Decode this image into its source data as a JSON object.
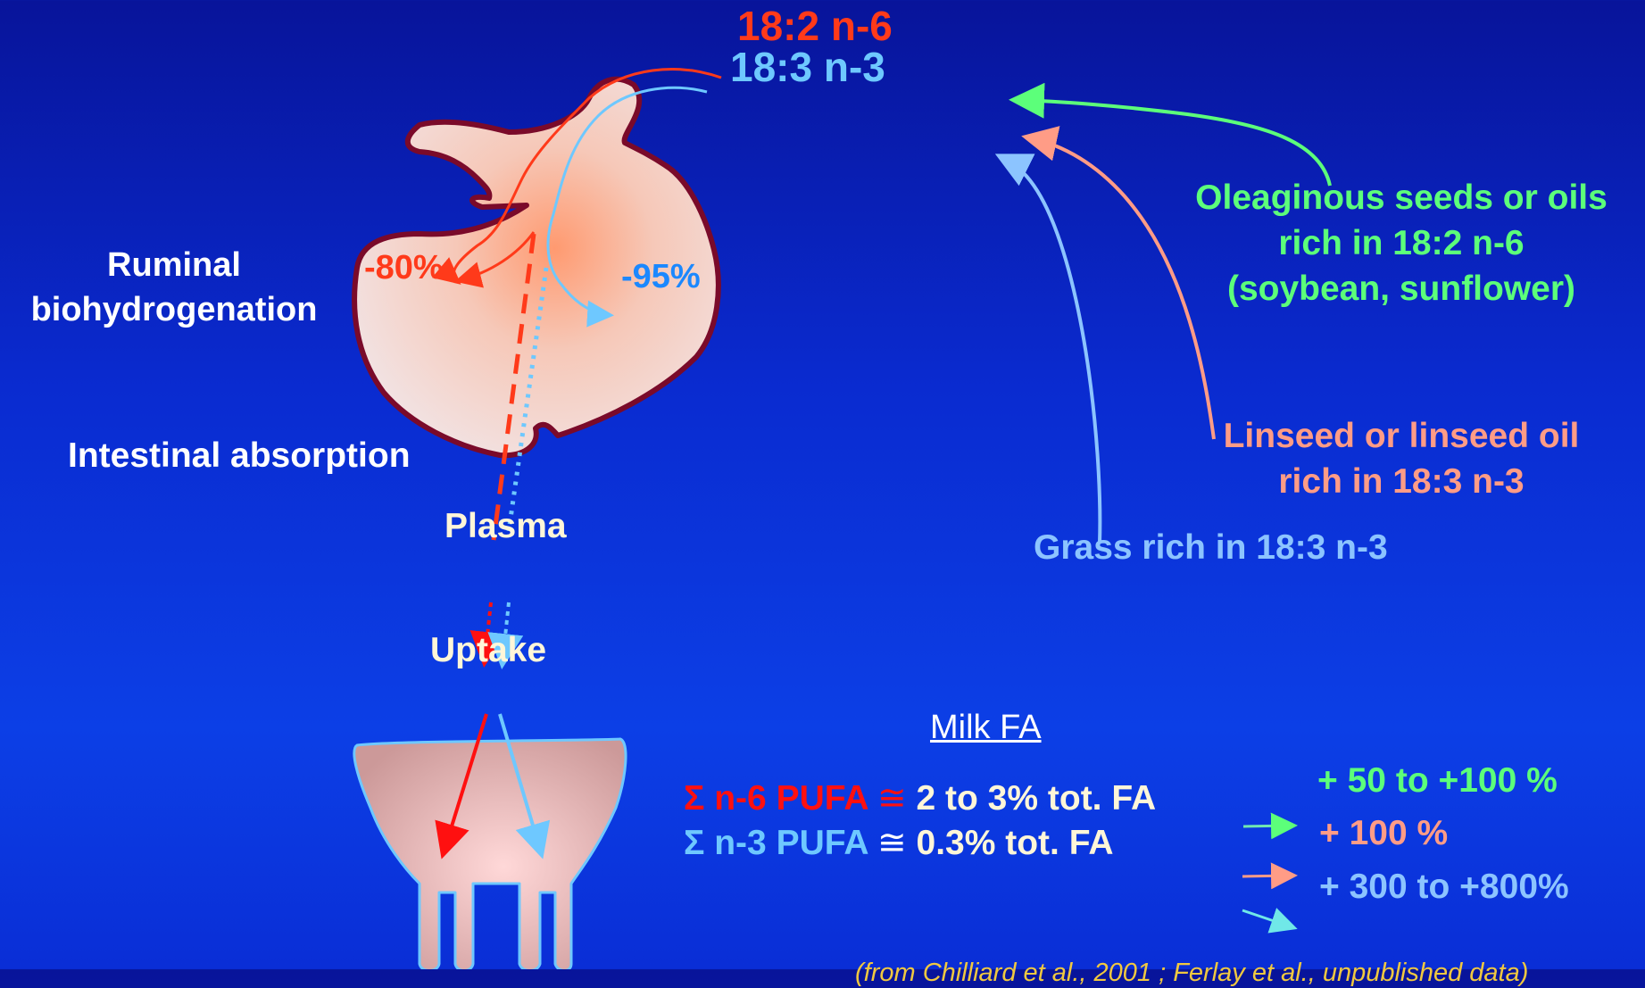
{
  "colors": {
    "n6": "#ff3a1a",
    "n3": "#6ec8ff",
    "oleaginous": "#5cff7a",
    "linseed": "#ff9c86",
    "grass": "#8cc4ff",
    "citation": "#f0c840",
    "text_light": "#fff6d8",
    "rumen_outline": "#7a0a2a"
  },
  "fatty_acids": {
    "n6_label": "18:2 n-6",
    "n3_label": "18:3 n-3"
  },
  "rumen": {
    "label_line1": "Ruminal",
    "label_line2": "biohydrogenation",
    "n6_loss": "-80%",
    "n3_loss": "-95%"
  },
  "steps": {
    "intestinal": "Intestinal absorption",
    "plasma": "Plasma",
    "uptake": "Uptake"
  },
  "sources": {
    "oleaginous": [
      "Oleaginous seeds or oils",
      "rich in 18:2 n-6",
      "(soybean, sunflower)"
    ],
    "linseed": [
      "Linseed or linseed oil",
      "rich in 18:3 n-3"
    ],
    "grass": "Grass rich in 18:3 n-3"
  },
  "milk": {
    "title": "Milk FA",
    "n6_name": "Σ n-6 PUFA",
    "n6_value": "2 to 3% tot. FA",
    "n3_name": "Σ n-3 PUFA",
    "n3_value": "0.3% tot. FA",
    "approx": "≅"
  },
  "effects": {
    "oleaginous": "+ 50 to +100 %",
    "linseed": "+ 100 %",
    "grass": "+ 300 to +800%"
  },
  "citation": "(from Chilliard et al., 2001 ; Ferlay et al., unpublished data)"
}
